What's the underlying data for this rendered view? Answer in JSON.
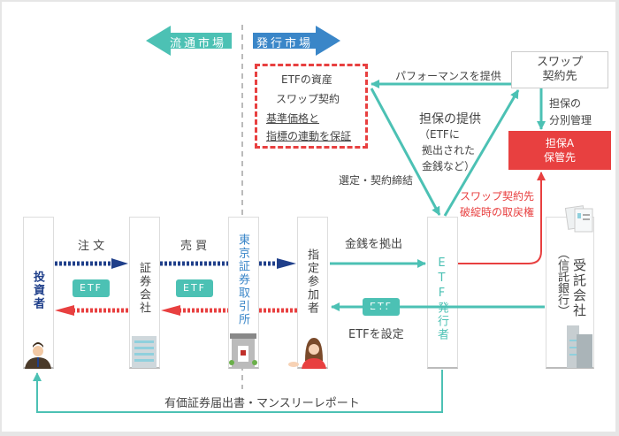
{
  "markets": {
    "secondary": "流通市場",
    "primary": "発行市場"
  },
  "entities": {
    "investor": "投資者",
    "securities_company": "証券会社",
    "tse": "東京証券取引所",
    "authorized_participant": "指定参加者",
    "etf_issuer": "ETF発行者",
    "trustee": "受託会社",
    "trustee_sub": "（信託銀行）",
    "swap_counterparty_line1": "スワップ",
    "swap_counterparty_line2": "契約先",
    "collateral_line1": "担保A",
    "collateral_line2": "保管先"
  },
  "labels": {
    "order": "注 文",
    "trade": "売 買",
    "etf": "ETF",
    "money_contribution": "金銭を拠出",
    "etf_creation": "ETFを設定",
    "selection_contract": "選定・契約締結",
    "performance": "パフォーマンスを提供",
    "collateral_provision": "担保の提供",
    "collateral_note_1": "（ETFに",
    "collateral_note_2": "拠出された",
    "collateral_note_3": "金銭など）",
    "segregated_1": "担保の",
    "segregated_2": "分別管理",
    "recovery_1": "スワップ契約先",
    "recovery_2": "破綻時の取戻権",
    "report": "有価証券届出書・マンスリーレポート"
  },
  "asset_box": {
    "line1": "ETFの資産",
    "line2": "スワップ契約",
    "line3": "基準価格と",
    "line4": "指標の連動を保証"
  },
  "colors": {
    "teal": "#4cc1b4",
    "navy": "#1f3f8a",
    "red": "#e84040",
    "blue": "#3a86c8"
  }
}
